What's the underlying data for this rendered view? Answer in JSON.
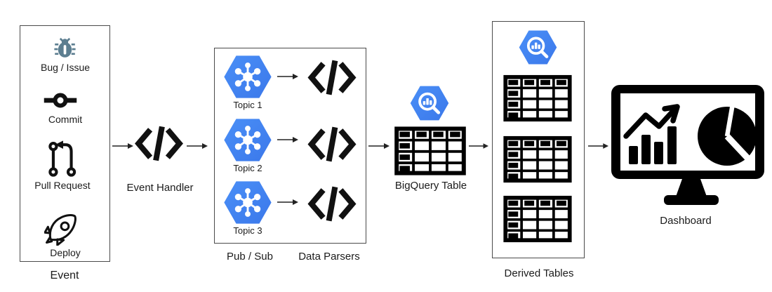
{
  "colors": {
    "gcp_blue": "#4285F4",
    "gcp_blue_dark": "#3B78EA",
    "bug_slate": "#5C7E90",
    "ink": "#111111",
    "box_border": "#4A4A4A"
  },
  "event_box": {
    "label": "Event",
    "items": [
      {
        "icon": "bug-icon",
        "label": "Bug / Issue"
      },
      {
        "icon": "commit-icon",
        "label": "Commit"
      },
      {
        "icon": "pull-request-icon",
        "label": "Pull Request"
      },
      {
        "icon": "deploy-rocket-icon",
        "label": "Deploy"
      }
    ]
  },
  "event_handler": {
    "icon": "code-icon",
    "label": "Event Handler"
  },
  "pubsub": {
    "box_label": "Pub / Sub",
    "topics": [
      {
        "icon": "pubsub-hexagon-icon",
        "label": "Topic 1"
      },
      {
        "icon": "pubsub-hexagon-icon",
        "label": "Topic 2"
      },
      {
        "icon": "pubsub-hexagon-icon",
        "label": "Topic 3"
      }
    ]
  },
  "data_parsers": {
    "icon": "code-icon",
    "label": "Data Parsers"
  },
  "bigquery": {
    "icon": "bigquery-hexagon-icon",
    "label": "BigQuery Table"
  },
  "derived_tables": {
    "icon": "bigquery-hexagon-icon",
    "label": "Derived Tables",
    "table_count": 3
  },
  "dashboard": {
    "icon": "monitor-charts-icon",
    "label": "Dashboard"
  }
}
